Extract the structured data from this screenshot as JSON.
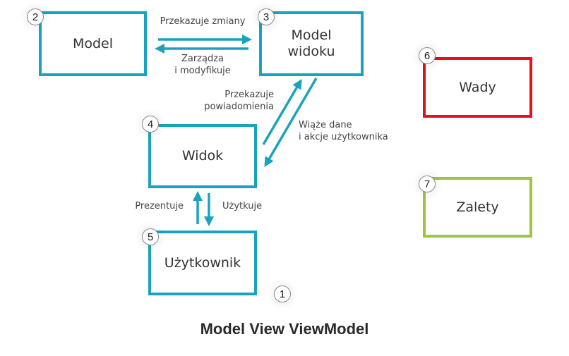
{
  "diagram": {
    "boxes": {
      "model": {
        "label": "Model",
        "badge": "2"
      },
      "viewmodel": {
        "label_line1": "Model",
        "label_line2": "widoku",
        "badge": "3"
      },
      "view": {
        "label": "Widok",
        "badge": "4"
      },
      "user": {
        "label": "Użytkownik",
        "badge": "5"
      },
      "cons": {
        "label": "Wady",
        "badge": "6"
      },
      "pros": {
        "label": "Zalety",
        "badge": "7"
      }
    },
    "edges": {
      "model_to_vm": "Przekazuje zmiany",
      "vm_to_model_line1": "Zarządza",
      "vm_to_model_line2": "i modyfikuje",
      "view_to_vm_line1": "Przekazuje",
      "view_to_vm_line2": "powiadomienia",
      "vm_to_view_line1": "Wiąże dane",
      "vm_to_view_line2": "i akcje użytkownika",
      "view_to_user": "Prezentuje",
      "user_to_view": "Użytkuje"
    },
    "overall_badge": "1",
    "colors": {
      "primary": "#1aa3be",
      "cons": "#e3101f",
      "pros": "#9cc63f"
    }
  },
  "caption": "Model View ViewModel"
}
